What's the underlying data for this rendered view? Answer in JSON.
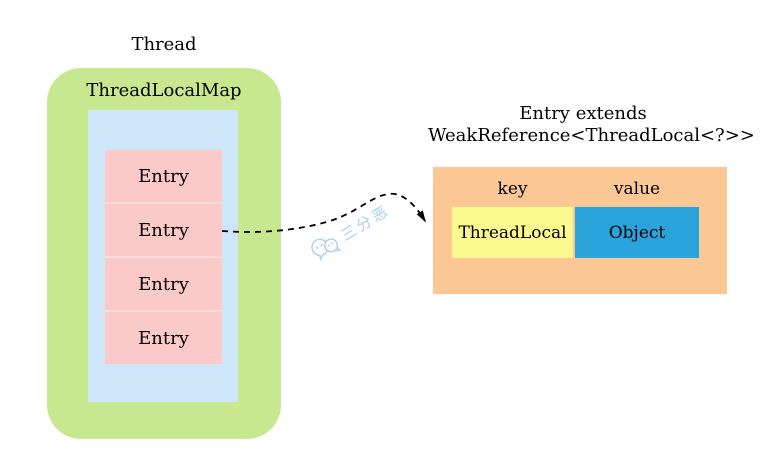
{
  "thread": {
    "title": "Thread",
    "map_label": "ThreadLocalMap",
    "entries": [
      "Entry",
      "Entry",
      "Entry",
      "Entry"
    ]
  },
  "entry_detail": {
    "title_line1": "Entry extends",
    "title_line2": "WeakReference<ThreadLocal<?>>",
    "key_header": "key",
    "value_header": "value",
    "key_cell": "ThreadLocal",
    "value_cell": "Object"
  },
  "watermark": {
    "text": "三分恶",
    "icon": "wechat-chat-bubbles-icon"
  },
  "colors": {
    "thread_box": "#c8e88f",
    "map_box": "#cfe5f9",
    "entry_cell": "#fcc9c9",
    "entry_divider": "#fbdcdc",
    "entry_table": "#fbc795",
    "key_cell": "#fcfa8e",
    "value_cell": "#29a3d9",
    "watermark": "#a8d2ef",
    "arrow": "#000000"
  }
}
